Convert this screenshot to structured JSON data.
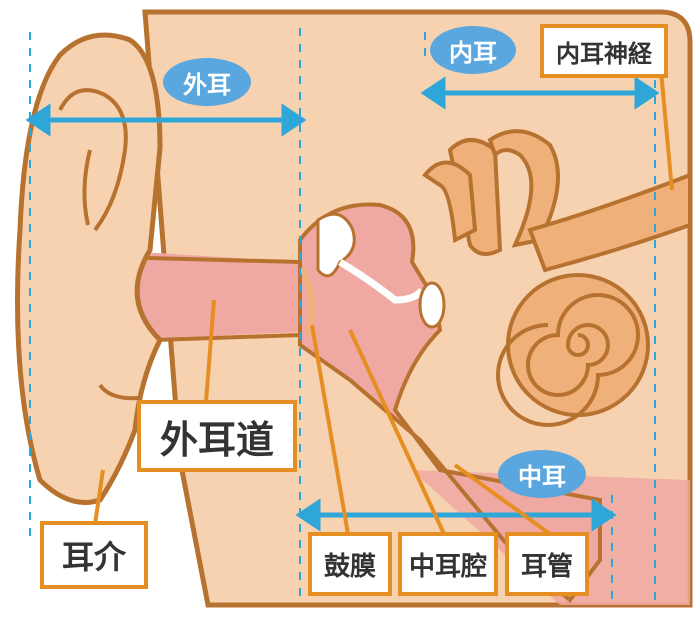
{
  "regions": {
    "outer_ear": "外耳",
    "inner_ear": "内耳",
    "middle_ear": "中耳"
  },
  "labels": {
    "inner_ear_nerve": "内耳神経",
    "ear_canal": "外耳道",
    "auricle": "耳介",
    "eardrum": "鼓膜",
    "tympanic_cavity": "中耳腔",
    "eustachian_tube": "耳管"
  },
  "colors": {
    "skin": "#f7d2b0",
    "outline": "#b8722f",
    "canal_pink": "#f0a8a2",
    "arrow_blue": "#2fa6d8",
    "bubble_blue": "#5aa7df",
    "label_orange": "#e58f23",
    "bone_orange": "#f0b07a"
  }
}
